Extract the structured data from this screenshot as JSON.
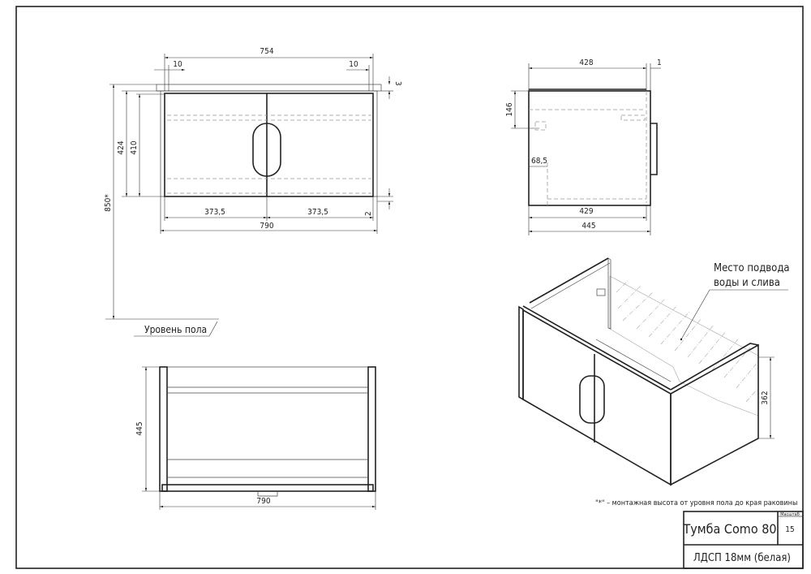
{
  "front_view": {
    "dim_overall_inner": "754",
    "dim_left_offset": "10",
    "dim_right_offset": "10",
    "dim_top_gap": "3",
    "dim_bottom_gap": "2",
    "dim_door_left": "373,5",
    "dim_door_right": "373,5",
    "dim_width": "790",
    "dim_height_body": "424",
    "dim_height_door": "410",
    "dim_mount_height": "850*",
    "floor_label": "Уровень пола"
  },
  "side_view": {
    "dim_top_depth": "428",
    "dim_top_offset": "1",
    "dim_bracket_height": "146",
    "dim_back_offset": "68,5",
    "dim_inner_depth": "429",
    "dim_depth": "445"
  },
  "top_view": {
    "dim_depth": "445",
    "dim_width": "790"
  },
  "iso_view": {
    "callout_line1": "Место подвода",
    "callout_line2": "воды и слива",
    "dim_height": "362"
  },
  "footnote": "\"*\" – монтажная высота от уровня пола до края раковины",
  "title_block": {
    "title": "Тумба Como 80",
    "scale_label": "Масштаб",
    "scale_value": "15",
    "material": "ЛДСП 18мм (белая)"
  }
}
